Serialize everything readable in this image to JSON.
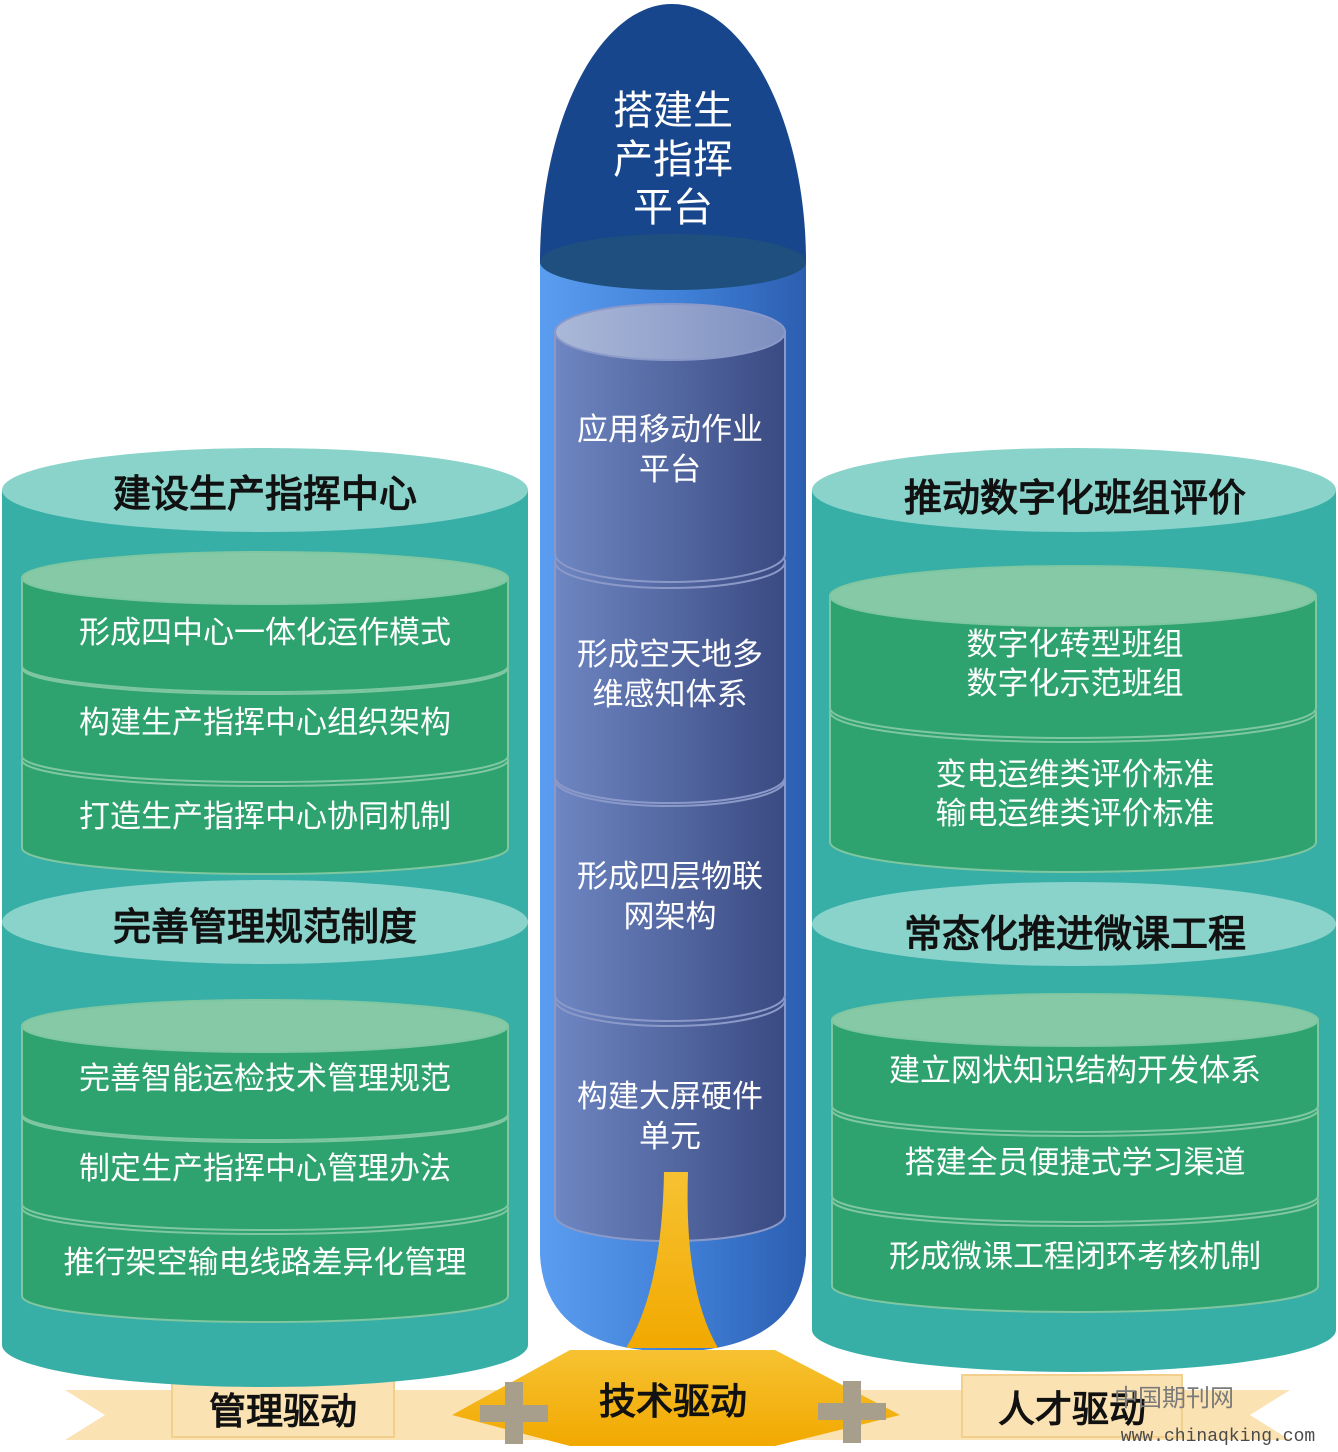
{
  "center": {
    "title": "搭建生\n产指挥\n平台",
    "items": [
      "应用移动作业\n平台",
      "形成空天地多\n维感知体系",
      "形成四层物联\n网架构",
      "构建大屏硬件\n单元"
    ]
  },
  "left_top": {
    "title": "建设生产指挥中心",
    "items": [
      "形成四中心一体化运作模式",
      "构建生产指挥中心组织架构",
      "打造生产指挥中心协同机制"
    ]
  },
  "left_bottom": {
    "title": "完善管理规范制度",
    "items": [
      "完善智能运检技术管理规范",
      "制定生产指挥中心管理办法",
      "推行架空输电线路差异化管理"
    ]
  },
  "right_top": {
    "title": "推动数字化班组评价",
    "items": [
      "数字化转型班组\n数字化示范班组",
      "变电运维类评价标准\n输电运维类评价标准"
    ]
  },
  "right_bottom": {
    "title": "常态化推进微课工程",
    "items": [
      "建立网状知识结构开发体系",
      "搭建全员便捷式学习渠道",
      "形成微课工程闭环考核机制"
    ]
  },
  "drivers": {
    "management": "管理驱动",
    "technology": "技术驱动",
    "talent": "人才驱动"
  },
  "watermark": {
    "name": "中国期刊网",
    "url": "www.chinaqking.com"
  },
  "colors": {
    "teal_body": "#37afa6",
    "teal_top": "#89d3cb",
    "green_body": "#2fa36f",
    "green_top": "#86c9a6",
    "navy": "#1a4a90",
    "column_blue": "#4a84dc",
    "slate": "#4e5f9c",
    "gold": "#f2b705",
    "ribbon": "#fbe2b2"
  }
}
